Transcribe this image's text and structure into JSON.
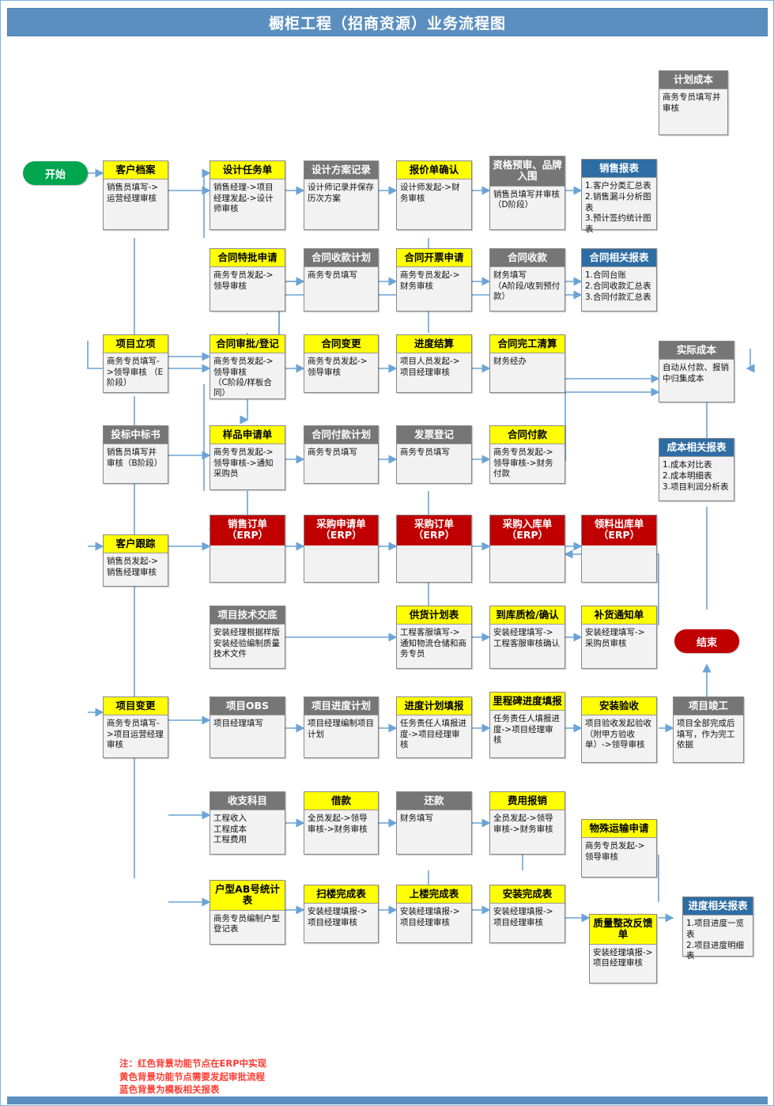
{
  "title": "橱柜工程（招商资源）业务流程图",
  "terminators": {
    "start": "开始",
    "end": "结束"
  },
  "legend": "注：红色背景功能节点在ERP中实现\n黄色背景功能节点需要发起审批流程\n蓝色背景为模板相关报表",
  "colors": {
    "title_bar": "#5b8fc0",
    "yellow_header": "#ffff00",
    "gray_header": "#767676",
    "blue_header": "#2e6da4",
    "red_header": "#c00000",
    "start_pill": "#00a550",
    "end_pill": "#c00000",
    "connector": "#6ba3d6",
    "legend_text": "#ff3b30"
  },
  "nodes": [
    {
      "id": "plan-cost",
      "title": "计划成本",
      "body": "商务专员填写并审核",
      "style": "gray"
    },
    {
      "id": "customer-file",
      "title": "客户档案",
      "body": "销售员填写->运营经理审核",
      "style": "yellow"
    },
    {
      "id": "design-task",
      "title": "设计任务单",
      "body": "销售经理->项目经理发起->设计师审核",
      "style": "yellow"
    },
    {
      "id": "design-record",
      "title": "设计方案记录",
      "body": "设计师记录并保存历次方案",
      "style": "gray"
    },
    {
      "id": "quote-confirm",
      "title": "报价单确认",
      "body": "设计师发起->财务审核",
      "style": "yellow"
    },
    {
      "id": "prequalify",
      "title": "资格预审、品牌入围",
      "body": "销售员填写并审核（D阶段）",
      "style": "gray"
    },
    {
      "id": "sales-report",
      "title": "销售报表",
      "body": "1.客户分类汇总表\n2.销售漏斗分析图表\n3.预计签约统计图表",
      "style": "blue"
    },
    {
      "id": "contract-special",
      "title": "合同特批申请",
      "body": "商务专员发起->领导审核",
      "style": "yellow"
    },
    {
      "id": "receipt-plan",
      "title": "合同收款计划",
      "body": "商务专员填写",
      "style": "gray"
    },
    {
      "id": "invoice-apply",
      "title": "合同开票申请",
      "body": "商务专员发起->财务审核",
      "style": "yellow"
    },
    {
      "id": "contract-receipt",
      "title": "合同收款",
      "body": "财务填写\n（A阶段/收到预付款）",
      "style": "gray"
    },
    {
      "id": "contract-report",
      "title": "合同相关报表",
      "body": "1.合同台账\n2.合同收款汇总表\n3.合同付款汇总表",
      "style": "blue"
    },
    {
      "id": "project-setup",
      "title": "项目立项",
      "body": "商务专员填写->领导审核 （E阶段）",
      "style": "yellow"
    },
    {
      "id": "contract-approve",
      "title": "合同审批/登记",
      "body": "商务专员发起->领导审核\n（C阶段/样板合同）",
      "style": "yellow"
    },
    {
      "id": "contract-change",
      "title": "合同变更",
      "body": "商务专员发起->领导审核",
      "style": "yellow"
    },
    {
      "id": "progress-settle",
      "title": "进度结算",
      "body": "项目人员发起->项目经理审核",
      "style": "yellow"
    },
    {
      "id": "contract-final",
      "title": "合同完工清算",
      "body": "财务经办",
      "style": "yellow"
    },
    {
      "id": "actual-cost",
      "title": "实际成本",
      "body": "自动从付款、报销中归集成本",
      "style": "gray"
    },
    {
      "id": "bid-win",
      "title": "投标中标书",
      "body": "销售员填写并审核（B阶段）",
      "style": "gray"
    },
    {
      "id": "sample-apply",
      "title": "样品申请单",
      "body": "商务专员发起->领导审核->通知采购员",
      "style": "yellow"
    },
    {
      "id": "payment-plan",
      "title": "合同付款计划",
      "body": "商务专员填写",
      "style": "gray"
    },
    {
      "id": "invoice-register",
      "title": "发票登记",
      "body": "商务专员填写",
      "style": "gray"
    },
    {
      "id": "contract-payment",
      "title": "合同付款",
      "body": "商务专员发起->领导审核->财务付款",
      "style": "yellow"
    },
    {
      "id": "cost-report",
      "title": "成本相关报表",
      "body": "1.成本对比表\n2.成本明细表\n3.项目利润分析表",
      "style": "blue"
    },
    {
      "id": "customer-follow",
      "title": "客户跟踪",
      "body": "销售员发起->销售经理审核",
      "style": "yellow"
    },
    {
      "id": "sales-order",
      "title": "销售订单\n（ERP）",
      "body": "",
      "style": "red"
    },
    {
      "id": "purchase-req",
      "title": "采购申请单\n（ERP）",
      "body": "",
      "style": "red"
    },
    {
      "id": "purchase-order",
      "title": "采购订单\n（ERP）",
      "body": "",
      "style": "red"
    },
    {
      "id": "purchase-in",
      "title": "采购入库单\n（ERP）",
      "body": "",
      "style": "red"
    },
    {
      "id": "material-out",
      "title": "领料出库单\n（ERP）",
      "body": "",
      "style": "red"
    },
    {
      "id": "tech-brief",
      "title": "项目技术交底",
      "body": "安装经理根据样版安装经验编制质量技术文件",
      "style": "gray"
    },
    {
      "id": "supply-plan",
      "title": "供货计划表",
      "body": "工程客服填写->通知物流仓储和商务专员",
      "style": "yellow"
    },
    {
      "id": "arrival-check",
      "title": "到库质检/确认",
      "body": "安装经理填写->工程客服审核确认",
      "style": "yellow"
    },
    {
      "id": "replenish-notice",
      "title": "补货通知单",
      "body": "安装经理填写->采购员审核",
      "style": "yellow"
    },
    {
      "id": "project-change",
      "title": "项目变更",
      "body": "商务专员填写->项目运营经理审核",
      "style": "yellow"
    },
    {
      "id": "project-obs",
      "title": "项目OBS",
      "body": "项目经理填写",
      "style": "gray"
    },
    {
      "id": "schedule-plan",
      "title": "项目进度计划",
      "body": "项目经理编制项目计划",
      "style": "gray"
    },
    {
      "id": "schedule-report",
      "title": "进度计划填报",
      "body": "任务责任人填报进度->项目经理审核",
      "style": "yellow"
    },
    {
      "id": "milestone-report",
      "title": "里程碑进度填报",
      "body": "任务责任人填报进度->项目经理审核",
      "style": "yellow"
    },
    {
      "id": "install-accept",
      "title": "安装验收",
      "body": "项目验收发起验收（附甲方验收单）->领导审核",
      "style": "yellow"
    },
    {
      "id": "project-complete",
      "title": "项目竣工",
      "body": "项目全部完成后填写，作为完工依据",
      "style": "gray"
    },
    {
      "id": "income-subject",
      "title": "收支科目",
      "body": "工程收入\n工程成本\n工程费用",
      "style": "gray"
    },
    {
      "id": "borrow",
      "title": "借款",
      "body": "全员发起->领导审核->财务审核",
      "style": "yellow"
    },
    {
      "id": "repay",
      "title": "还款",
      "body": "财务填写",
      "style": "gray"
    },
    {
      "id": "expense-claim",
      "title": "费用报销",
      "body": "全员发起->领导审核->财务审核",
      "style": "yellow"
    },
    {
      "id": "special-transport",
      "title": "物殊运输申请",
      "body": "商务专员发起->领导审核",
      "style": "yellow"
    },
    {
      "id": "unit-ab-stats",
      "title": "户型AB号统计表",
      "body": "商务专员编制户型登记表",
      "style": "yellow"
    },
    {
      "id": "scan-done",
      "title": "扫楼完成表",
      "body": "安装经理填报->项目经理审核",
      "style": "yellow"
    },
    {
      "id": "upfloor-done",
      "title": "上楼完成表",
      "body": "安装经理填报->项目经理审核",
      "style": "yellow"
    },
    {
      "id": "install-done",
      "title": "安装完成表",
      "body": "安装经理填报->项目经理审核",
      "style": "yellow"
    },
    {
      "id": "quality-feedback",
      "title": "质量整改反馈单",
      "body": "安装经理填报->项目经理审核",
      "style": "yellow"
    },
    {
      "id": "progress-report",
      "title": "进度相关报表",
      "body": "1.项目进度一览表\n2.项目进度明细表",
      "style": "blue"
    }
  ]
}
